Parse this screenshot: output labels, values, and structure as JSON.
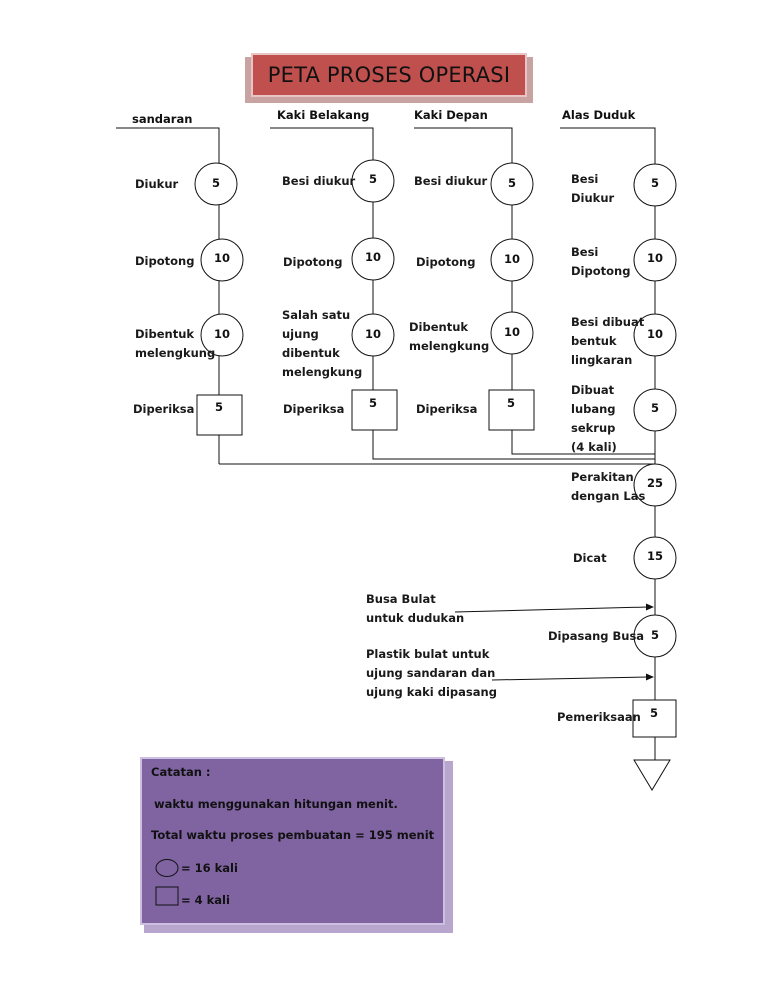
{
  "title": "PETA PROSES OPERASI",
  "columns": {
    "c1": {
      "header": "sandaran"
    },
    "c2": {
      "header": "Kaki Belakang"
    },
    "c3": {
      "header": "Kaki Depan"
    },
    "c4": {
      "header": "Alas Duduk"
    }
  },
  "labels": {
    "c1_s1": "Diukur",
    "c1_s2": "Dipotong",
    "c1_s3a": "Dibentuk",
    "c1_s3b": "melengkung",
    "c1_s4": "Diperiksa",
    "c2_s1": "Besi diukur",
    "c2_s2": "Dipotong",
    "c2_s3a": "Salah satu",
    "c2_s3b": "ujung",
    "c2_s3c": "dibentuk",
    "c2_s3d": "melengkung",
    "c2_s4": "Diperiksa",
    "c3_s1": "Besi diukur",
    "c3_s2": "Dipotong",
    "c3_s3a": "Dibentuk",
    "c3_s3b": "melengkung",
    "c3_s4": "Diperiksa",
    "c4_s1a": "Besi",
    "c4_s1b": "Diukur",
    "c4_s2a": "Besi",
    "c4_s2b": "Dipotong",
    "c4_s3a": "Besi dibuat",
    "c4_s3b": "bentuk",
    "c4_s3c": "lingkaran",
    "c4_s4a": "Dibuat",
    "c4_s4b": "lubang",
    "c4_s4c": "sekrup",
    "c4_s4d": "(4 kali)",
    "m_s1a": "Perakitan",
    "m_s1b": "dengan Las",
    "m_s2": "Dicat",
    "m_s3": "Dipasang Busa",
    "m_s4": "Pemeriksaan",
    "in1a": "Busa Bulat",
    "in1b": "untuk dudukan",
    "in2a": "Plastik bulat untuk",
    "in2b": "ujung  sandaran dan",
    "in2c": "ujung kaki dipasang"
  },
  "values": {
    "c1_s1": "5",
    "c1_s2": "10",
    "c1_s3": "10",
    "c1_s4": "5",
    "c2_s1": "5",
    "c2_s2": "10",
    "c2_s3": "10",
    "c2_s4": "5",
    "c3_s1": "5",
    "c3_s2": "10",
    "c3_s3": "10",
    "c3_s4": "5",
    "c4_s1": "5",
    "c4_s2": "10",
    "c4_s3": "10",
    "c4_s4": "5",
    "m_s1": "25",
    "m_s2": "15",
    "m_s3": "5",
    "m_s4": "5"
  },
  "note": {
    "heading": "Catatan :",
    "line1": "waktu menggunakan hitungan menit.",
    "line2": "Total waktu proses pembuatan =  195 menit",
    "circle_count": "= 16 kali",
    "square_count": "= 4 kali"
  },
  "colors": {
    "title_bg": "#c0504d",
    "note_bg": "#8064a2"
  }
}
